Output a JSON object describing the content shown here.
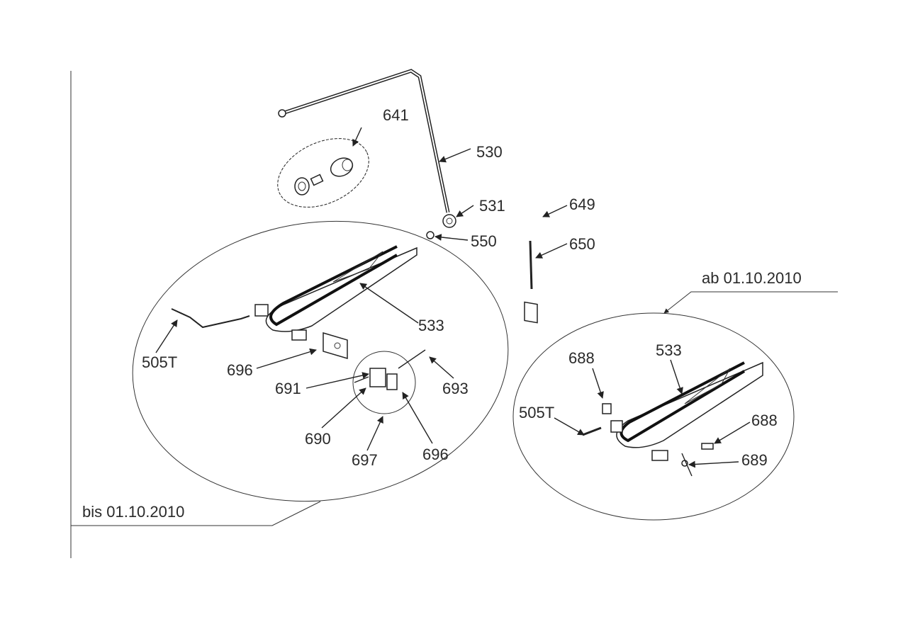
{
  "sections": {
    "old_label": "bis 01.10.2010",
    "new_label": "ab 01.10.2010"
  },
  "parts": {
    "p641": "641",
    "p530": "530",
    "p531": "531",
    "p550": "550",
    "p649": "649",
    "p650": "650",
    "p533_old": "533",
    "p505T_old": "505T",
    "p696_a": "696",
    "p691": "691",
    "p693": "693",
    "p690": "690",
    "p697": "697",
    "p696_b": "696",
    "p688_a": "688",
    "p533_new": "533",
    "p505T_new": "505T",
    "p688_b": "688",
    "p689": "689"
  }
}
